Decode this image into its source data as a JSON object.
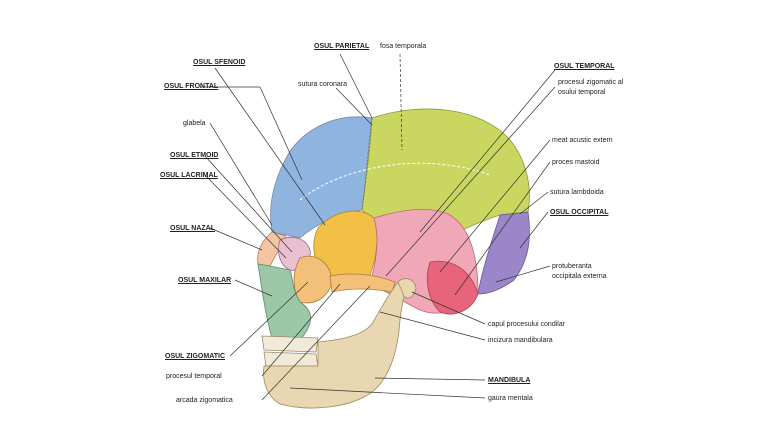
{
  "labels": {
    "osul_parietal": "OSUL PARIETAL",
    "fosa_temporala": "fosa temporala",
    "osul_sfenoid": "OSUL SFENOID",
    "osul_temporal": "OSUL TEMPORAL",
    "sutura_coronara": "sutura coronara",
    "osul_frontal": "OSUL FRONTAL",
    "procesul_zigomatic_1": "procesul zigomatic al",
    "procesul_zigomatic_2": "osului temporal",
    "glabela": "glabela",
    "meat_acustic": "meat acustic extern",
    "osul_etmoid": "OSUL ETMOID",
    "proces_mastoid": "proces mastoid",
    "osul_lacrimal": "OSUL LACRIMAL",
    "sutura_lambdoida": "sutura lambdoida",
    "osul_occipital": "OSUL OCCIPITAL",
    "osul_nazal": "OSUL NAZAL",
    "protuberanta_1": "protuberanta",
    "protuberanta_2": "occipitala externa",
    "osul_maxilar": "OSUL MAXILAR",
    "capul_procesului": "capul procesului condilar",
    "incizura": "incizura mandibulara",
    "osul_zigomatic": "OSUL ZIGOMATIC",
    "procesul_temporal": "procesul temporal",
    "mandibula": "MANDIBULA",
    "arcada": "arcada zigomatica",
    "gaura_mentala": "gaura mentala"
  },
  "colors": {
    "frontal": "#8fb4e0",
    "parietal": "#c9d760",
    "temporal": "#f0a8b8",
    "occipital": "#9a86c8",
    "sphenoid": "#f2c046",
    "zygomatic": "#f3c07a",
    "maxilla": "#9cc8a8",
    "mandible": "#e8d7b0",
    "nasal": "#f4c4a4",
    "leader": "#333333"
  }
}
